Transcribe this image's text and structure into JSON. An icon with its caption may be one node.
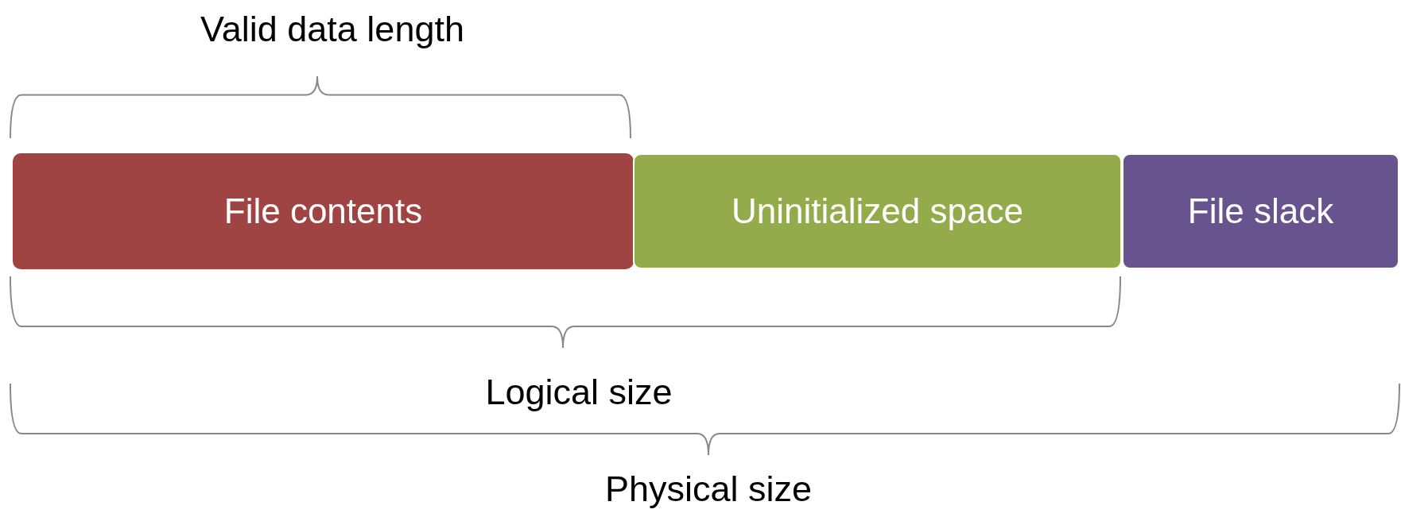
{
  "diagram": {
    "nodes": [
      {
        "text": [
          "File contents"
        ]
      },
      {
        "text": [
          "Uninitialized space"
        ]
      },
      {
        "text": [
          "File slack"
        ]
      }
    ],
    "labels": [
      "Valid data length",
      "Logical size",
      "Physical size"
    ]
  }
}
